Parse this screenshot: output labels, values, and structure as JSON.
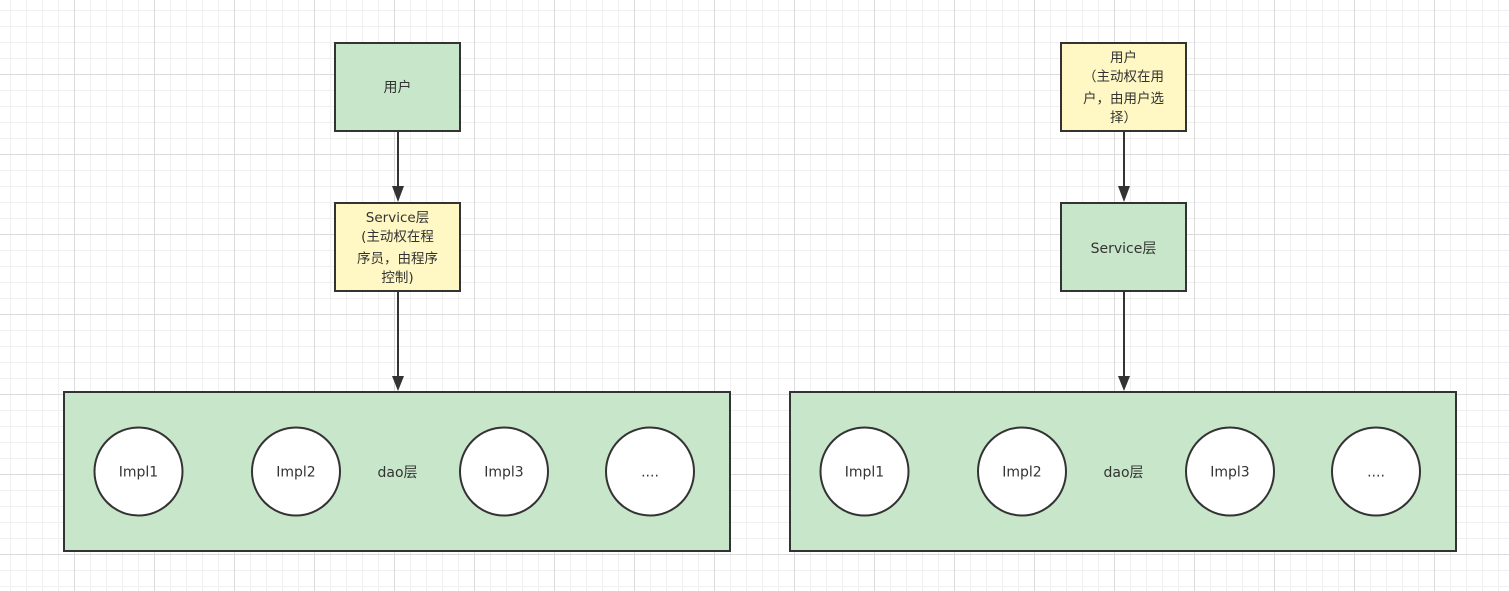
{
  "left": {
    "user": {
      "lines": [
        "用户"
      ],
      "color": "#c8e6c9"
    },
    "service": {
      "lines": [
        "Service层",
        "(主动权在程",
        "序员，由程序",
        "控制)"
      ],
      "color": "#fff8c4"
    },
    "dao": {
      "label": "dao层",
      "impls": [
        "Impl1",
        "Impl2",
        "Impl3",
        "...."
      ],
      "color": "#c8e6c9"
    }
  },
  "right": {
    "user": {
      "lines": [
        "用户",
        "（主动权在用",
        "户，由用户选",
        "择）"
      ],
      "color": "#fff8c4"
    },
    "service": {
      "lines": [
        "Service层"
      ],
      "color": "#c8e6c9"
    },
    "dao": {
      "label": "dao层",
      "impls": [
        "Impl1",
        "Impl2",
        "Impl3",
        "...."
      ],
      "color": "#c8e6c9"
    }
  }
}
